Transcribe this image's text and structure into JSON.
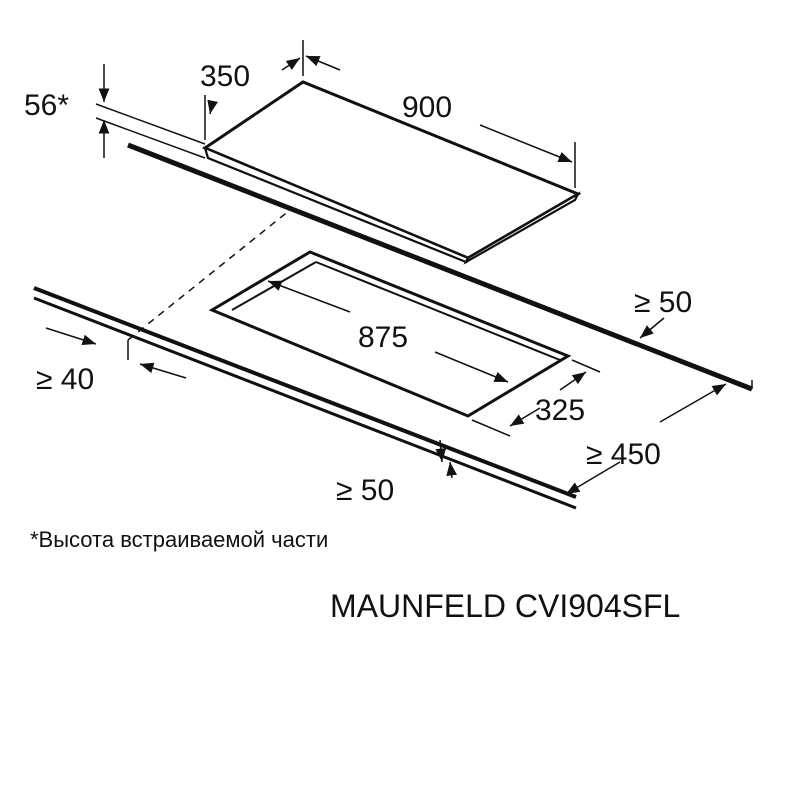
{
  "dimensions": {
    "hob_depth": "350",
    "hob_width": "900",
    "built_in_height": "56*",
    "cutout_width": "875",
    "cutout_depth": "325",
    "clearance_back": "≥ 50",
    "clearance_side": "≥ 40",
    "clearance_front": "≥ 50",
    "countertop_depth": "≥ 450"
  },
  "note": "*Высота встраиваемой части",
  "model": "MAUNFELD CVI904SFL",
  "colors": {
    "line": "#111111",
    "background": "#ffffff"
  }
}
